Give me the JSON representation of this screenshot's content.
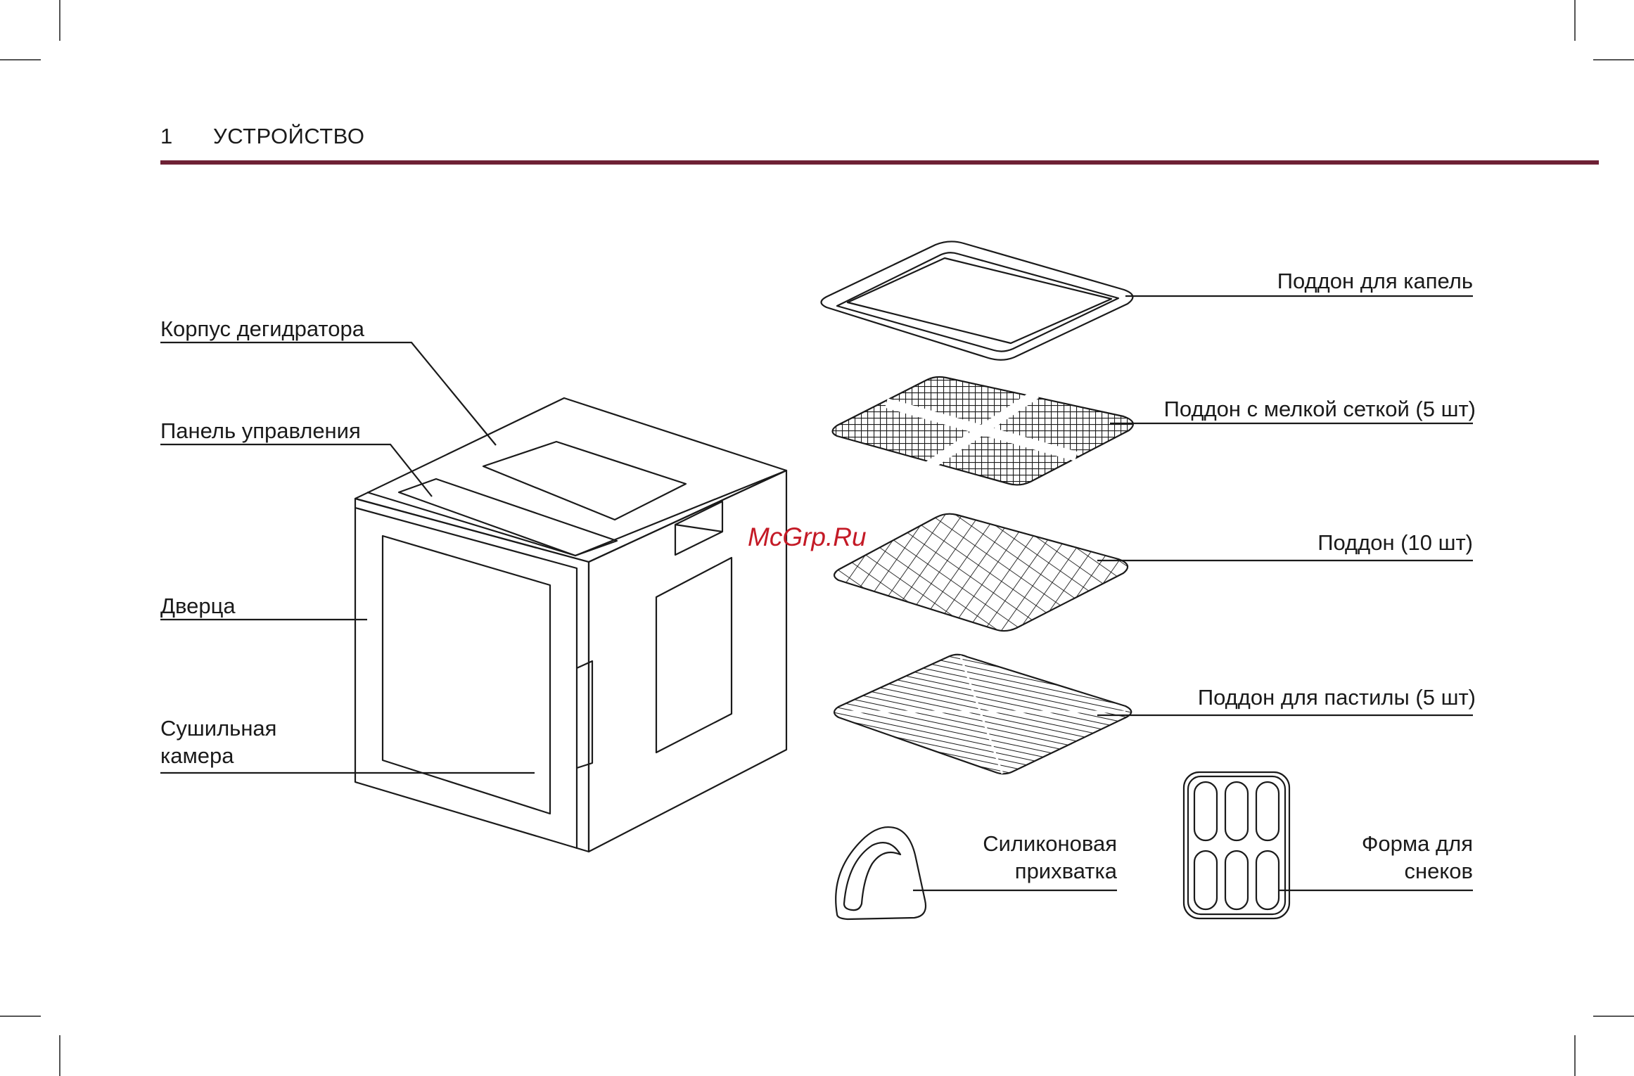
{
  "header": {
    "section_number": "1",
    "section_title": "УСТРОЙСТВО"
  },
  "labels": {
    "body": "Корпус дегидратора",
    "panel": "Панель управления",
    "door": "Дверца",
    "chamber_1": "Сушильная",
    "chamber_2": "камера",
    "drip_tray": "Поддон для капель",
    "fine_mesh": "Поддон с мелкой сеткой (5 шт)",
    "tray": "Поддон (10 шт)",
    "pastila": "Поддон для пастилы (5 шт)",
    "mitt_1": "Силиконовая",
    "mitt_2": "прихватка",
    "snack_1": "Форма для",
    "snack_2": "снеков"
  },
  "watermark": "McGrp.Ru",
  "colors": {
    "accent_rule": "#6e2135",
    "watermark": "#c41a26",
    "line": "#1a1a1a"
  }
}
